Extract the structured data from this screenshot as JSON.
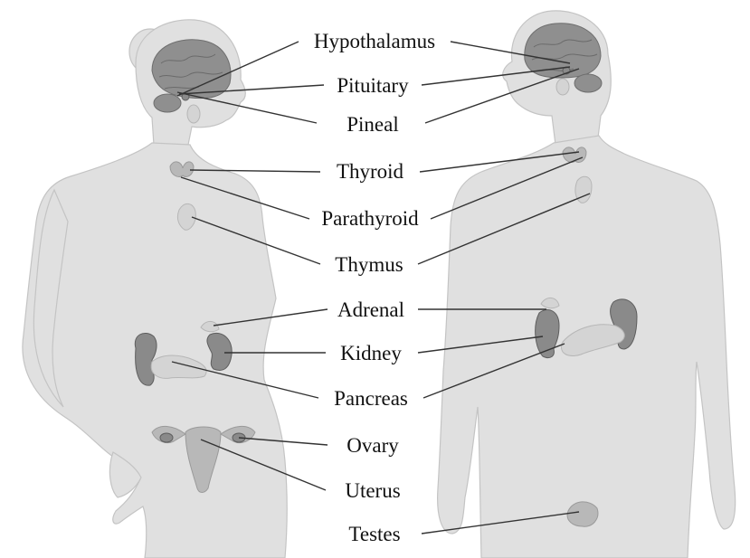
{
  "labels": {
    "hypothalamus": "Hypothalamus",
    "pituitary": "Pituitary",
    "pineal": "Pineal",
    "thyroid": "Thyroid",
    "parathyroid": "Parathyroid",
    "thymus": "Thymus",
    "adrenal": "Adrenal",
    "kidney": "Kidney",
    "pancreas": "Pancreas",
    "ovary": "Ovary",
    "uterus": "Uterus",
    "testes": "Testes"
  },
  "colors": {
    "silhouette": "#e0e0e0",
    "organ": "#8a8a8a",
    "line": "#333333",
    "text": "#111111"
  }
}
